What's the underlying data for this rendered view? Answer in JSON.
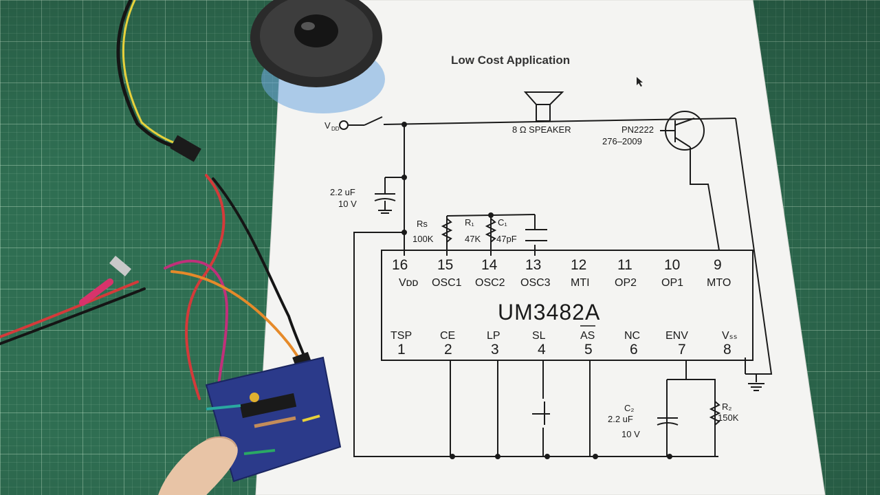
{
  "schematic": {
    "title": "Low Cost Application",
    "vdd_label": "V",
    "vdd_sub": "DD",
    "speaker_label": "8 Ω SPEAKER",
    "transistor_part": "PN2222",
    "transistor_number": "276–2009",
    "cap_top_value": "2.2 uF",
    "cap_top_voltage": "10 V",
    "rs_label": "Rs",
    "rs_value": "100K",
    "r1_label": "R₁",
    "r1_value": "47K",
    "c1_label": "C₁",
    "c1_value": "47pF",
    "chip_name": "UM3482A",
    "top_pins": [
      {
        "num": "16",
        "label": "Vᴅᴅ"
      },
      {
        "num": "15",
        "label": "OSC1"
      },
      {
        "num": "14",
        "label": "OSC2"
      },
      {
        "num": "13",
        "label": "OSC3"
      },
      {
        "num": "12",
        "label": "MTI"
      },
      {
        "num": "11",
        "label": "OP2"
      },
      {
        "num": "10",
        "label": "OP1"
      },
      {
        "num": "9",
        "label": "MTO"
      }
    ],
    "bottom_pins": [
      {
        "num": "1",
        "label": "TSP"
      },
      {
        "num": "2",
        "label": "CE"
      },
      {
        "num": "3",
        "label": "LP"
      },
      {
        "num": "4",
        "label": "SL"
      },
      {
        "num": "5",
        "label": "AS"
      },
      {
        "num": "6",
        "label": "NC"
      },
      {
        "num": "7",
        "label": "ENV"
      },
      {
        "num": "8",
        "label": "Vₛₛ"
      }
    ],
    "c2_label": "C₂",
    "c2_value": "2.2 uF",
    "c2_voltage": "10 V",
    "r2_label": "R₂",
    "r2_value": "150K"
  },
  "colors": {
    "mat": "#2f6e52",
    "paper": "#f4f4f2",
    "ink": "#1a1a1a",
    "breadboard": "#2b3a8a",
    "wire_red": "#d43a3a",
    "wire_black": "#151515",
    "wire_yellow": "#e7d13b",
    "wire_orange": "#e58a2a",
    "wire_magenta": "#c0307a"
  }
}
